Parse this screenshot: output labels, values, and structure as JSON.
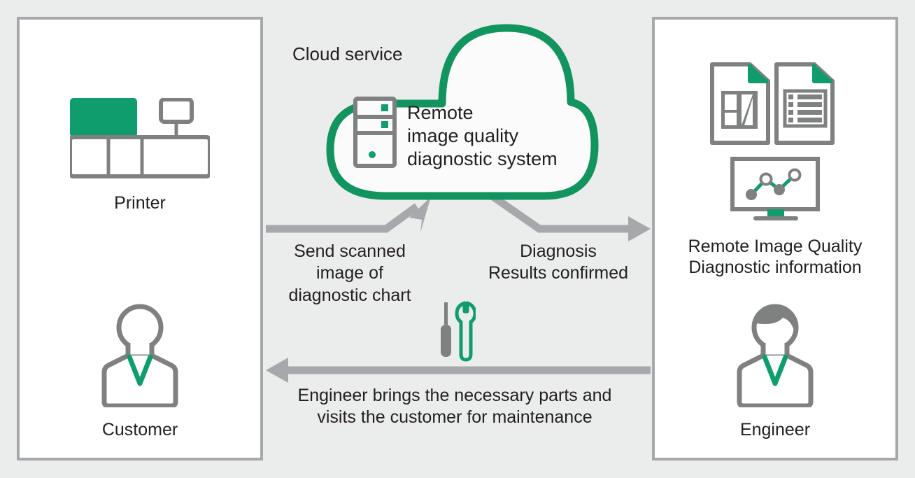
{
  "colors": {
    "background": "#ebecec",
    "panel_fill": "#ffffff",
    "panel_border": "#a6a8ab",
    "gray": "#7f8080",
    "arrow_gray": "#a6a8ab",
    "green": "#0f9d6e",
    "text": "#231f20"
  },
  "left_panel": {
    "name": "customer-panel",
    "printer": {
      "icon": "printer-icon",
      "label": "Printer"
    },
    "person": {
      "icon": "customer-person-icon",
      "label": "Customer"
    }
  },
  "cloud": {
    "title": "Cloud service",
    "server_icon": "server-tower-icon",
    "system_name": "Remote\nimage quality\ndiagnostic system"
  },
  "right_panel": {
    "name": "engineer-panel",
    "documents_icon": "documents-icon",
    "monitor_icon": "monitor-chart-icon",
    "info_label": "Remote Image Quality\nDiagnostic information",
    "person": {
      "icon": "engineer-person-icon",
      "label": "Engineer"
    }
  },
  "flows": [
    {
      "name": "send-scanned-image",
      "label": "Send scanned\nimage of\ndiagnostic chart",
      "direction": "customer-to-cloud"
    },
    {
      "name": "diagnosis-results",
      "label": "Diagnosis\nResults confirmed",
      "direction": "cloud-to-engineer"
    },
    {
      "name": "engineer-visit",
      "label": "Engineer brings the necessary parts and\nvisits the customer for maintenance",
      "direction": "engineer-to-customer"
    }
  ],
  "tools": {
    "icon": "screwdriver-wrench-icon",
    "screwdriver": "screwdriver-icon",
    "wrench": "wrench-icon"
  }
}
